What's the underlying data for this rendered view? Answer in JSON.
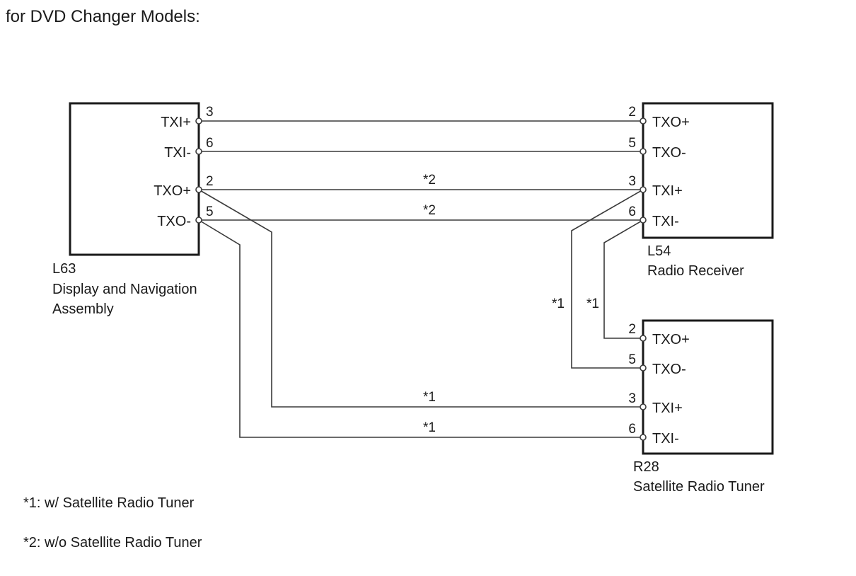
{
  "title": "for DVD Changer Models:",
  "components": {
    "l63": {
      "code": "L63",
      "name_line1": "Display and Navigation",
      "name_line2": "Assembly",
      "terminals": [
        {
          "pin": "3",
          "signal": "TXI+"
        },
        {
          "pin": "6",
          "signal": "TXI-"
        },
        {
          "pin": "2",
          "signal": "TXO+"
        },
        {
          "pin": "5",
          "signal": "TXO-"
        }
      ]
    },
    "l54": {
      "code": "L54",
      "name": "Radio Receiver",
      "terminals": [
        {
          "pin": "2",
          "signal": "TXO+"
        },
        {
          "pin": "5",
          "signal": "TXO-"
        },
        {
          "pin": "3",
          "signal": "TXI+"
        },
        {
          "pin": "6",
          "signal": "TXI-"
        }
      ]
    },
    "r28": {
      "code": "R28",
      "name": "Satellite Radio Tuner",
      "terminals": [
        {
          "pin": "2",
          "signal": "TXO+"
        },
        {
          "pin": "5",
          "signal": "TXO-"
        },
        {
          "pin": "3",
          "signal": "TXI+"
        },
        {
          "pin": "6",
          "signal": "TXI-"
        }
      ]
    }
  },
  "wire_marks": {
    "l63_l54_txo_plus": "*2",
    "l63_l54_txo_minus": "*2",
    "l54_r28_txi_plus": "*1",
    "l54_r28_txi_minus": "*1",
    "l63_r28_txo_plus": "*1",
    "l63_r28_txo_minus": "*1"
  },
  "notes": [
    "*1: w/ Satellite Radio Tuner",
    "*2: w/o Satellite Radio Tuner"
  ]
}
